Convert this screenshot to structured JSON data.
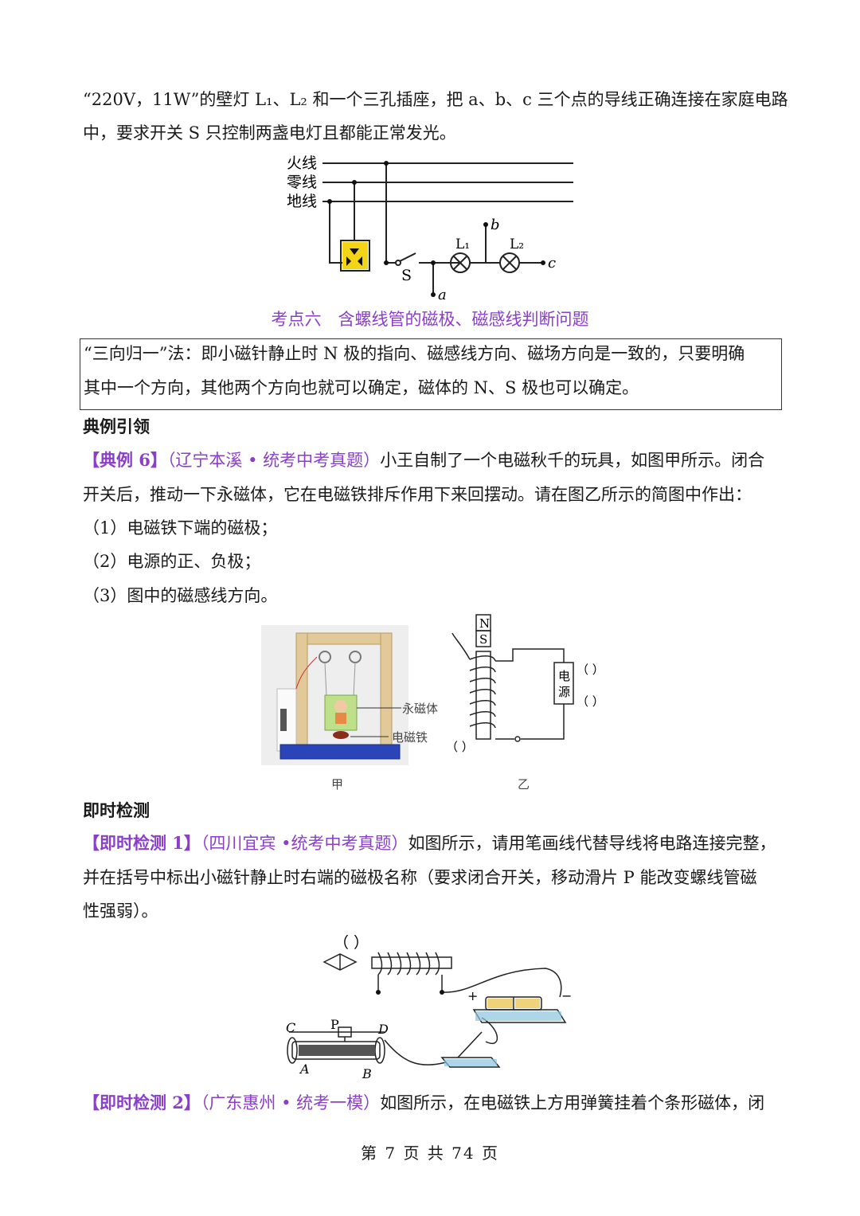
{
  "intro": {
    "line1": "“220V，11W”的壁灯 L₁、L₂ 和一个三孔插座，把 a、b、c 三个点的导线正确连接在家庭电路",
    "line2": "中，要求开关 S 只控制两盏电灯且都能正常发光。"
  },
  "circuit1": {
    "live": "火线",
    "neutral": "零线",
    "ground": "地线",
    "switch": "S",
    "point_a": "a",
    "point_b": "b",
    "point_c": "c",
    "lamp1": "L₁",
    "lamp2": "L₂"
  },
  "section_heading": "考点六　含螺线管的磁极、磁感线判断问题",
  "rule_box": {
    "line1": "“三向归一”法：即小磁针静止时 N 极的指向、磁感线方向、磁场方向是一致的，只要明确",
    "line2": "其中一个方向，其他两个方向也就可以确定，磁体的 N、S 极也可以确定。"
  },
  "example_heading": "典例引领",
  "example6": {
    "tag": "【典例 6】",
    "source": "（辽宁本溪 • 统考中考真题）",
    "text1": "小王自制了一个电磁秋千的玩具，如图甲所示。闭合",
    "text2": "开关后，推动一下永磁体，它在电磁铁排斥作用下来回摆动。请在图乙所示的简图中作出：",
    "items": [
      "（1）电磁铁下端的磁极；",
      "（2）电源的正、负极；",
      "（3）图中的磁感线方向。"
    ]
  },
  "figure_jia": {
    "label_magnet": "永磁体",
    "label_electromagnet": "电磁铁",
    "caption": "甲"
  },
  "figure_yi": {
    "n": "N",
    "s": "S",
    "power1": "电",
    "power2": "源",
    "blank": "（  ）",
    "caption": "乙"
  },
  "check_heading": "即时检测",
  "check1": {
    "tag": "【即时检测 1】",
    "source": "（四川宜宾 •统考中考真题）",
    "text1": "如图所示，请用笔画线代替导线将电路连接完整，",
    "text2": "并在括号中标出小磁针静止时右端的磁极名称（要求闭合开关，移动滑片 P 能改变螺线管磁",
    "text3": "性强弱）。"
  },
  "figure3": {
    "blank": "（ ）",
    "plus": "+",
    "minus": "−",
    "c": "C",
    "p": "P",
    "d": "D",
    "a": "A",
    "b": "B"
  },
  "check2": {
    "tag": "【即时检测 2】",
    "source": "（广东惠州 • 统考一模）",
    "text1": "如图所示，在电磁铁上方用弹簧挂着个条形磁体，闭"
  },
  "footer": "第 7 页 共 74 页",
  "colors": {
    "accent": "#8b3fc9",
    "text": "#1a1a1a"
  }
}
